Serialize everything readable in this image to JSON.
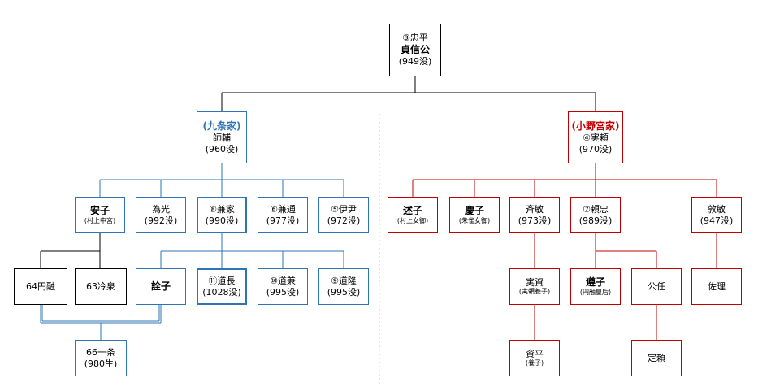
{
  "colors": {
    "kujo": "#2e75b6",
    "ono": "#c00000",
    "neutral": "#000000",
    "divider": "#cccccc"
  },
  "nodes": {
    "tadahira": {
      "lines": [
        "③忠平",
        "貞信公",
        "(949没)"
      ]
    },
    "morosuke": {
      "lines": [
        "(九条家)",
        "師輔",
        "(960没)"
      ]
    },
    "saneyori": {
      "lines": [
        "(小野宮家)",
        "④実頼",
        "(970没)"
      ]
    },
    "anshi": {
      "lines": [
        "安子",
        "(村上中宮)"
      ]
    },
    "tamemitsu": {
      "lines": [
        "為光",
        "(992没)"
      ]
    },
    "kaneie": {
      "lines": [
        "⑧兼家",
        "(990没)"
      ]
    },
    "kanemichi": {
      "lines": [
        "⑥兼通",
        "(977没)"
      ]
    },
    "koretada": {
      "lines": [
        "⑤伊尹",
        "(972没)"
      ]
    },
    "jutsushi": {
      "lines": [
        "述子",
        "(村上女御)"
      ]
    },
    "keishi": {
      "lines": [
        "慶子",
        "(朱雀女御)"
      ]
    },
    "atsutoshi_s": {
      "lines": [
        "斉敏",
        "(973没)"
      ]
    },
    "yoritada": {
      "lines": [
        "⑦頼忠",
        "(989没)"
      ]
    },
    "atsutoshi": {
      "lines": [
        "敦敏",
        "(947没)"
      ]
    },
    "enyu": {
      "lines": [
        "64円融"
      ]
    },
    "reizei": {
      "lines": [
        "63冷泉"
      ]
    },
    "senshi": {
      "lines": [
        "詮子"
      ]
    },
    "michinaga": {
      "lines": [
        "⑪道長",
        "(1028没)"
      ]
    },
    "michikane": {
      "lines": [
        "⑩道兼",
        "(995没)"
      ]
    },
    "michitaka": {
      "lines": [
        "⑨道隆",
        "(995没)"
      ]
    },
    "sanesuke": {
      "lines": [
        "実資",
        "(実頼養子)"
      ]
    },
    "junshi": {
      "lines": [
        "遵子",
        "(円融皇后)"
      ]
    },
    "kinto": {
      "lines": [
        "公任"
      ]
    },
    "sukemasa": {
      "lines": [
        "佐理"
      ]
    },
    "ichijo": {
      "lines": [
        "66一条",
        "(980生)"
      ]
    },
    "sukehira": {
      "lines": [
        "資平",
        "(養子)"
      ]
    },
    "sadayori": {
      "lines": [
        "定頼"
      ]
    }
  }
}
